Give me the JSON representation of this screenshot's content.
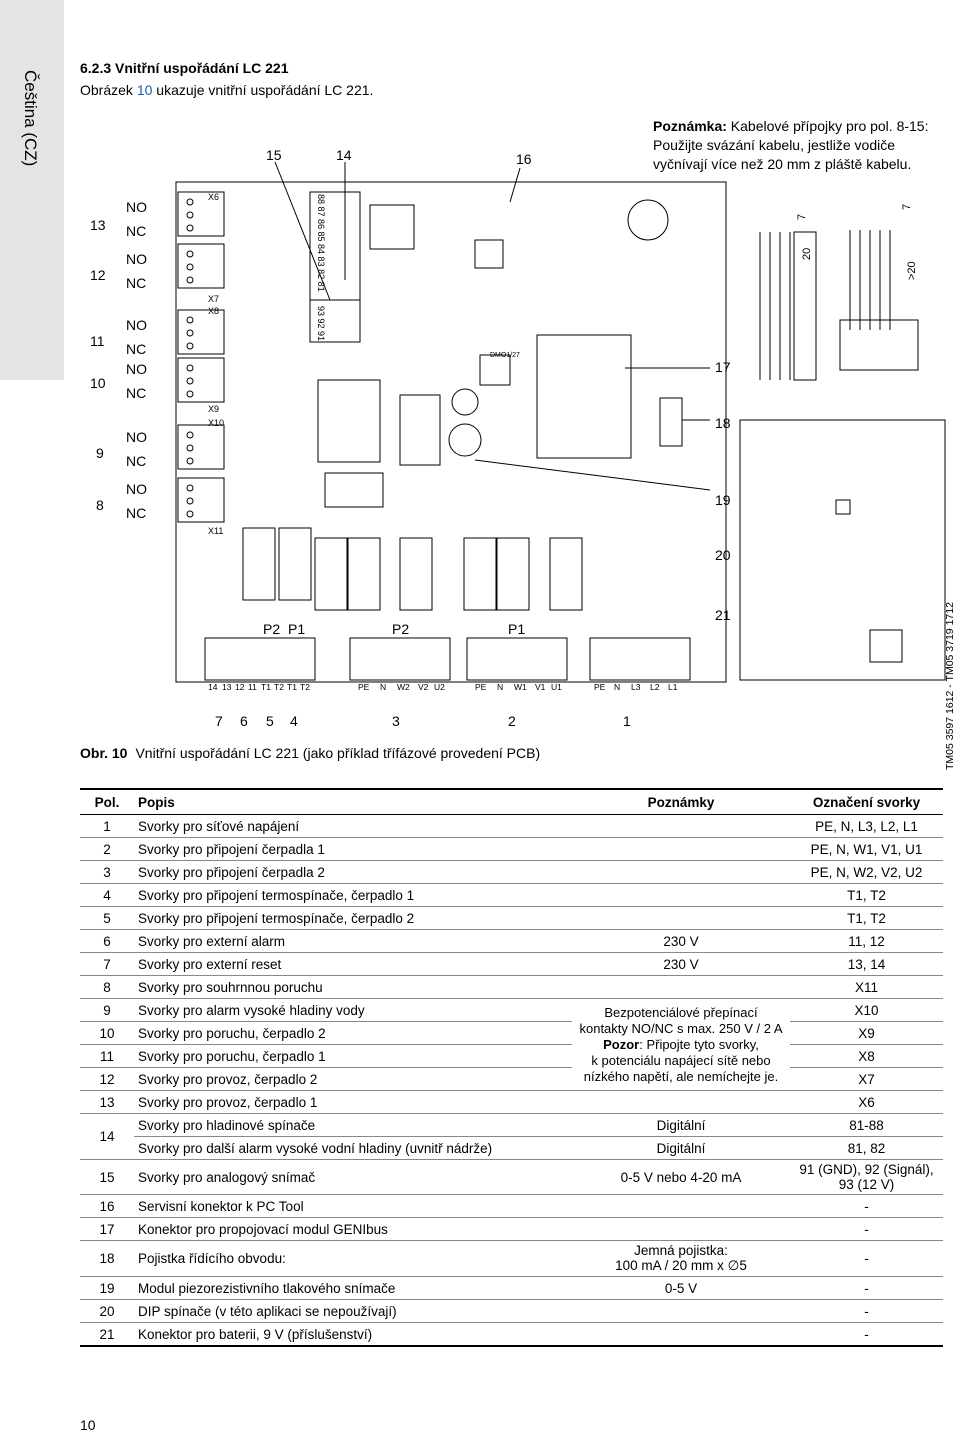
{
  "side_tab": {
    "label": "Čeština (CZ)"
  },
  "heading": "6.2.3 Vnitřní uspořádání LC 221",
  "intro": {
    "before": "Obrázek ",
    "ref": "10",
    "after": " ukazuje vnitřní uspořádání LC 221."
  },
  "note": {
    "label": "Poznámka:",
    "text": " Kabelové přípojky pro pol. 8-15: Použijte svázání kabelu, jestliže vodiče vyčnívají více než 20 mm z pláště kabelu."
  },
  "diagram": {
    "top_callouts": [
      "15",
      "14",
      "16"
    ],
    "left_callouts": [
      "13",
      "12",
      "11",
      "10",
      "9",
      "8"
    ],
    "relay_labels": [
      "NO",
      "NC"
    ],
    "connector_labels": [
      "X6",
      "X7",
      "X8",
      "X9",
      "X10",
      "X11"
    ],
    "right_callouts": [
      "17",
      "18",
      "19",
      "20",
      "21"
    ],
    "bottom_callouts": [
      "7",
      "6",
      "5",
      "4",
      "3",
      "2",
      "1"
    ],
    "group_labels": [
      "P2",
      "P1",
      "P2",
      "P1"
    ],
    "terminal_row_1": [
      "14",
      "13",
      "12",
      "11",
      "T1",
      "T2",
      "T1",
      "T2"
    ],
    "terminal_row_2": [
      "PE",
      "N",
      "W2",
      "V2",
      "U2"
    ],
    "terminal_row_3": [
      "PE",
      "N",
      "W1",
      "V1",
      "U1"
    ],
    "terminal_row_4": [
      "PE",
      "N",
      "L3",
      "L2",
      "L1"
    ],
    "sensor_terms_a": "88 87 86 85 84 83 82 81",
    "sensor_terms_b": "93 92 91",
    "chip_label": "DMO1/27",
    "dim_7a": "7",
    "dim_7b": "7",
    "dim_20": "20",
    "dim_gt20": ">20"
  },
  "side_code": "TM05 3597 1612 - TM05 3719 1712",
  "caption": {
    "label": "Obr. 10",
    "text": "Vnitřní uspořádání LC 221 (jako příklad třífázové provedení PCB)"
  },
  "table": {
    "headers": {
      "pos": "Pol.",
      "desc": "Popis",
      "note": "Poznámky",
      "term": "Označení svorky"
    },
    "rows": [
      {
        "pos": "1",
        "desc": "Svorky pro síťové napájení",
        "note": "",
        "term": "PE, N, L3, L2, L1"
      },
      {
        "pos": "2",
        "desc": "Svorky pro připojení čerpadla 1",
        "note": "",
        "term": "PE, N, W1, V1, U1"
      },
      {
        "pos": "3",
        "desc": "Svorky pro připojení čerpadla 2",
        "note": "",
        "term": "PE, N, W2, V2, U2"
      },
      {
        "pos": "4",
        "desc": "Svorky pro připojení termospínače, čerpadlo 1",
        "note": "",
        "term": "T1, T2"
      },
      {
        "pos": "5",
        "desc": "Svorky pro připojení termospínače, čerpadlo 2",
        "note": "",
        "term": "T1, T2"
      },
      {
        "pos": "6",
        "desc": "Svorky pro externí alarm",
        "note": "230 V",
        "term": "11, 12"
      },
      {
        "pos": "7",
        "desc": "Svorky pro externí reset",
        "note": "230 V",
        "term": "13, 14"
      },
      {
        "pos": "8",
        "desc": "Svorky pro souhrnnou poruchu",
        "note": "",
        "term": "X11"
      },
      {
        "pos": "9",
        "desc": "Svorky pro alarm vysoké hladiny vody",
        "term": "X10"
      },
      {
        "pos": "10",
        "desc": "Svorky pro poruchu, čerpadlo 2",
        "term": "X9"
      },
      {
        "pos": "11",
        "desc": "Svorky pro poruchu, čerpadlo 1",
        "term": "X8"
      },
      {
        "pos": "12",
        "desc": "Svorky pro provoz, čerpadlo 2",
        "term": "X7"
      },
      {
        "pos": "13",
        "desc": "Svorky pro provoz, čerpadlo 1",
        "note": "",
        "term": "X6"
      },
      {
        "pos": "14",
        "desc": "Svorky pro hladinové spínače",
        "note": "Digitální",
        "term": "81-88"
      },
      {
        "desc": "Svorky pro další alarm vysoké vodní hladiny (uvnitř nádrže)",
        "note": "Digitální",
        "term": "81, 82"
      },
      {
        "pos": "15",
        "desc": "Svorky pro analogový snímač",
        "note": "0-5 V nebo 4-20 mA",
        "term_a": "91 (GND), 92 (Signál),",
        "term_b": "93 (12 V)"
      },
      {
        "pos": "16",
        "desc": "Servisní konektor k PC Tool",
        "note": "",
        "term": "-"
      },
      {
        "pos": "17",
        "desc": "Konektor pro propojovací modul GENIbus",
        "note": "",
        "term": "-"
      },
      {
        "pos": "18",
        "desc": "Pojistka řídícího obvodu:",
        "note_a": "Jemná pojistka:",
        "note_b": "100 mA / 20 mm x ∅5",
        "term": "-"
      },
      {
        "pos": "19",
        "desc": "Modul piezorezistivního tlakového snímače",
        "note": "0-5 V",
        "term": "-"
      },
      {
        "pos": "20",
        "desc": "DIP spínače (v této aplikaci se nepoužívají)",
        "note": "",
        "term": "-"
      },
      {
        "pos": "21",
        "desc": "Konektor pro baterii, 9 V (příslušenství)",
        "note": "",
        "term": "-"
      }
    ],
    "merged_note": {
      "line1": "Bezpotenciálové přepínací",
      "line2": "kontakty NO/NC s max. 250 V / 2 A",
      "pozor_label": "Pozor",
      "line3": ": Připojte tyto svorky,",
      "line4": "k potenciálu napájecí sítě nebo",
      "line5": "nízkého napětí, ale nemíchejte je."
    }
  },
  "page_number": "10"
}
